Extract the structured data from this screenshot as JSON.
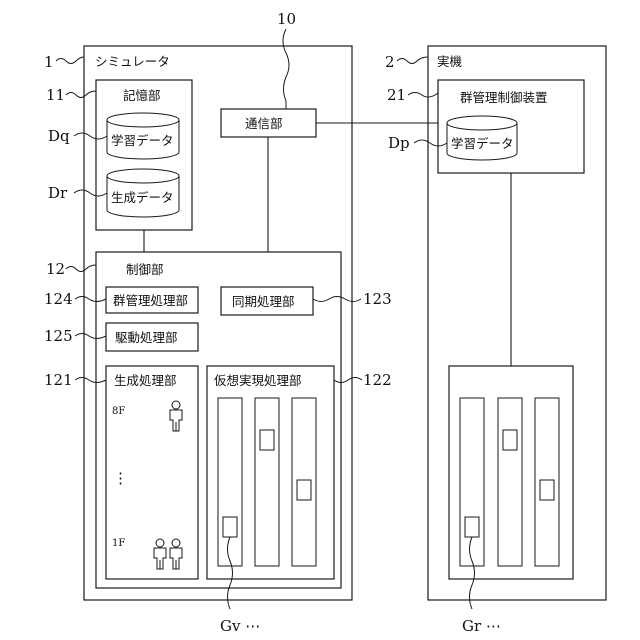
{
  "labels": {
    "ref_10": "10",
    "ref_1": "1",
    "simulator": "シミュレータ",
    "ref_2": "2",
    "real_machine": "実機",
    "ref_11": "11",
    "storage_unit": "記憶部",
    "ref_dq": "Dq",
    "learning_data_sim": "学習データ",
    "ref_dr": "Dr",
    "generated_data": "生成データ",
    "comm_unit": "通信部",
    "ref_21": "21",
    "group_control_device": "群管理制御装置",
    "ref_dp": "Dp",
    "learning_data_real": "学習データ",
    "ref_12": "12",
    "control_unit": "制御部",
    "ref_124": "124",
    "group_mgmt_unit": "群管理処理部",
    "sync_unit": "同期処理部",
    "ref_123": "123",
    "ref_125": "125",
    "drive_unit": "駆動処理部",
    "ref_121": "121",
    "gen_proc_unit": "生成処理部",
    "virtual_unit": "仮想実現処理部",
    "ref_122": "122",
    "floor_top": "8F",
    "floor_dots": "⋮",
    "floor_bottom": "1F",
    "gv": "Gv ⋯",
    "gr": "Gr ⋯"
  },
  "icons": {
    "single_person": "person-icon",
    "two_people": "two-persons-icon"
  }
}
